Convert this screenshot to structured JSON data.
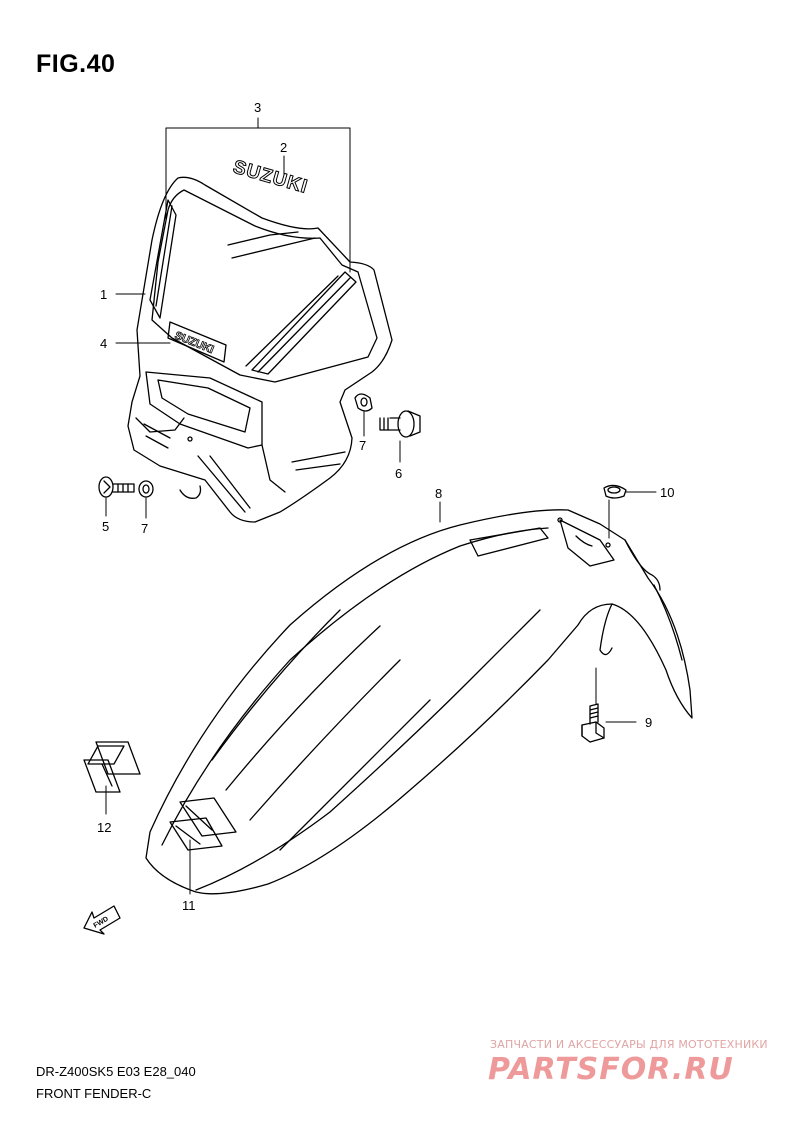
{
  "figure": {
    "title": "FIG.40"
  },
  "callouts": {
    "c1": "1",
    "c2": "2",
    "c3": "3",
    "c4": "4",
    "c5": "5",
    "c6": "6",
    "c7a": "7",
    "c7b": "7",
    "c8": "8",
    "c9": "9",
    "c10": "10",
    "c11": "11",
    "c12": "12"
  },
  "decals": {
    "headlight_brand": "SUZUKI",
    "visor_brand": "SUZUKI",
    "fwd_arrow": "FWD"
  },
  "footer": {
    "model_code": "DR-Z400SK5 E03 E28_040",
    "section_name": "FRONT FENDER-C"
  },
  "watermark": {
    "tagline": "ЗАПЧАСТИ И АКСЕССУАРЫ ДЛЯ МОТОТЕХНИКИ",
    "brand": "PARTSFOR.RU"
  },
  "colors": {
    "line": "#000000",
    "watermark": "#ee9a9a"
  }
}
